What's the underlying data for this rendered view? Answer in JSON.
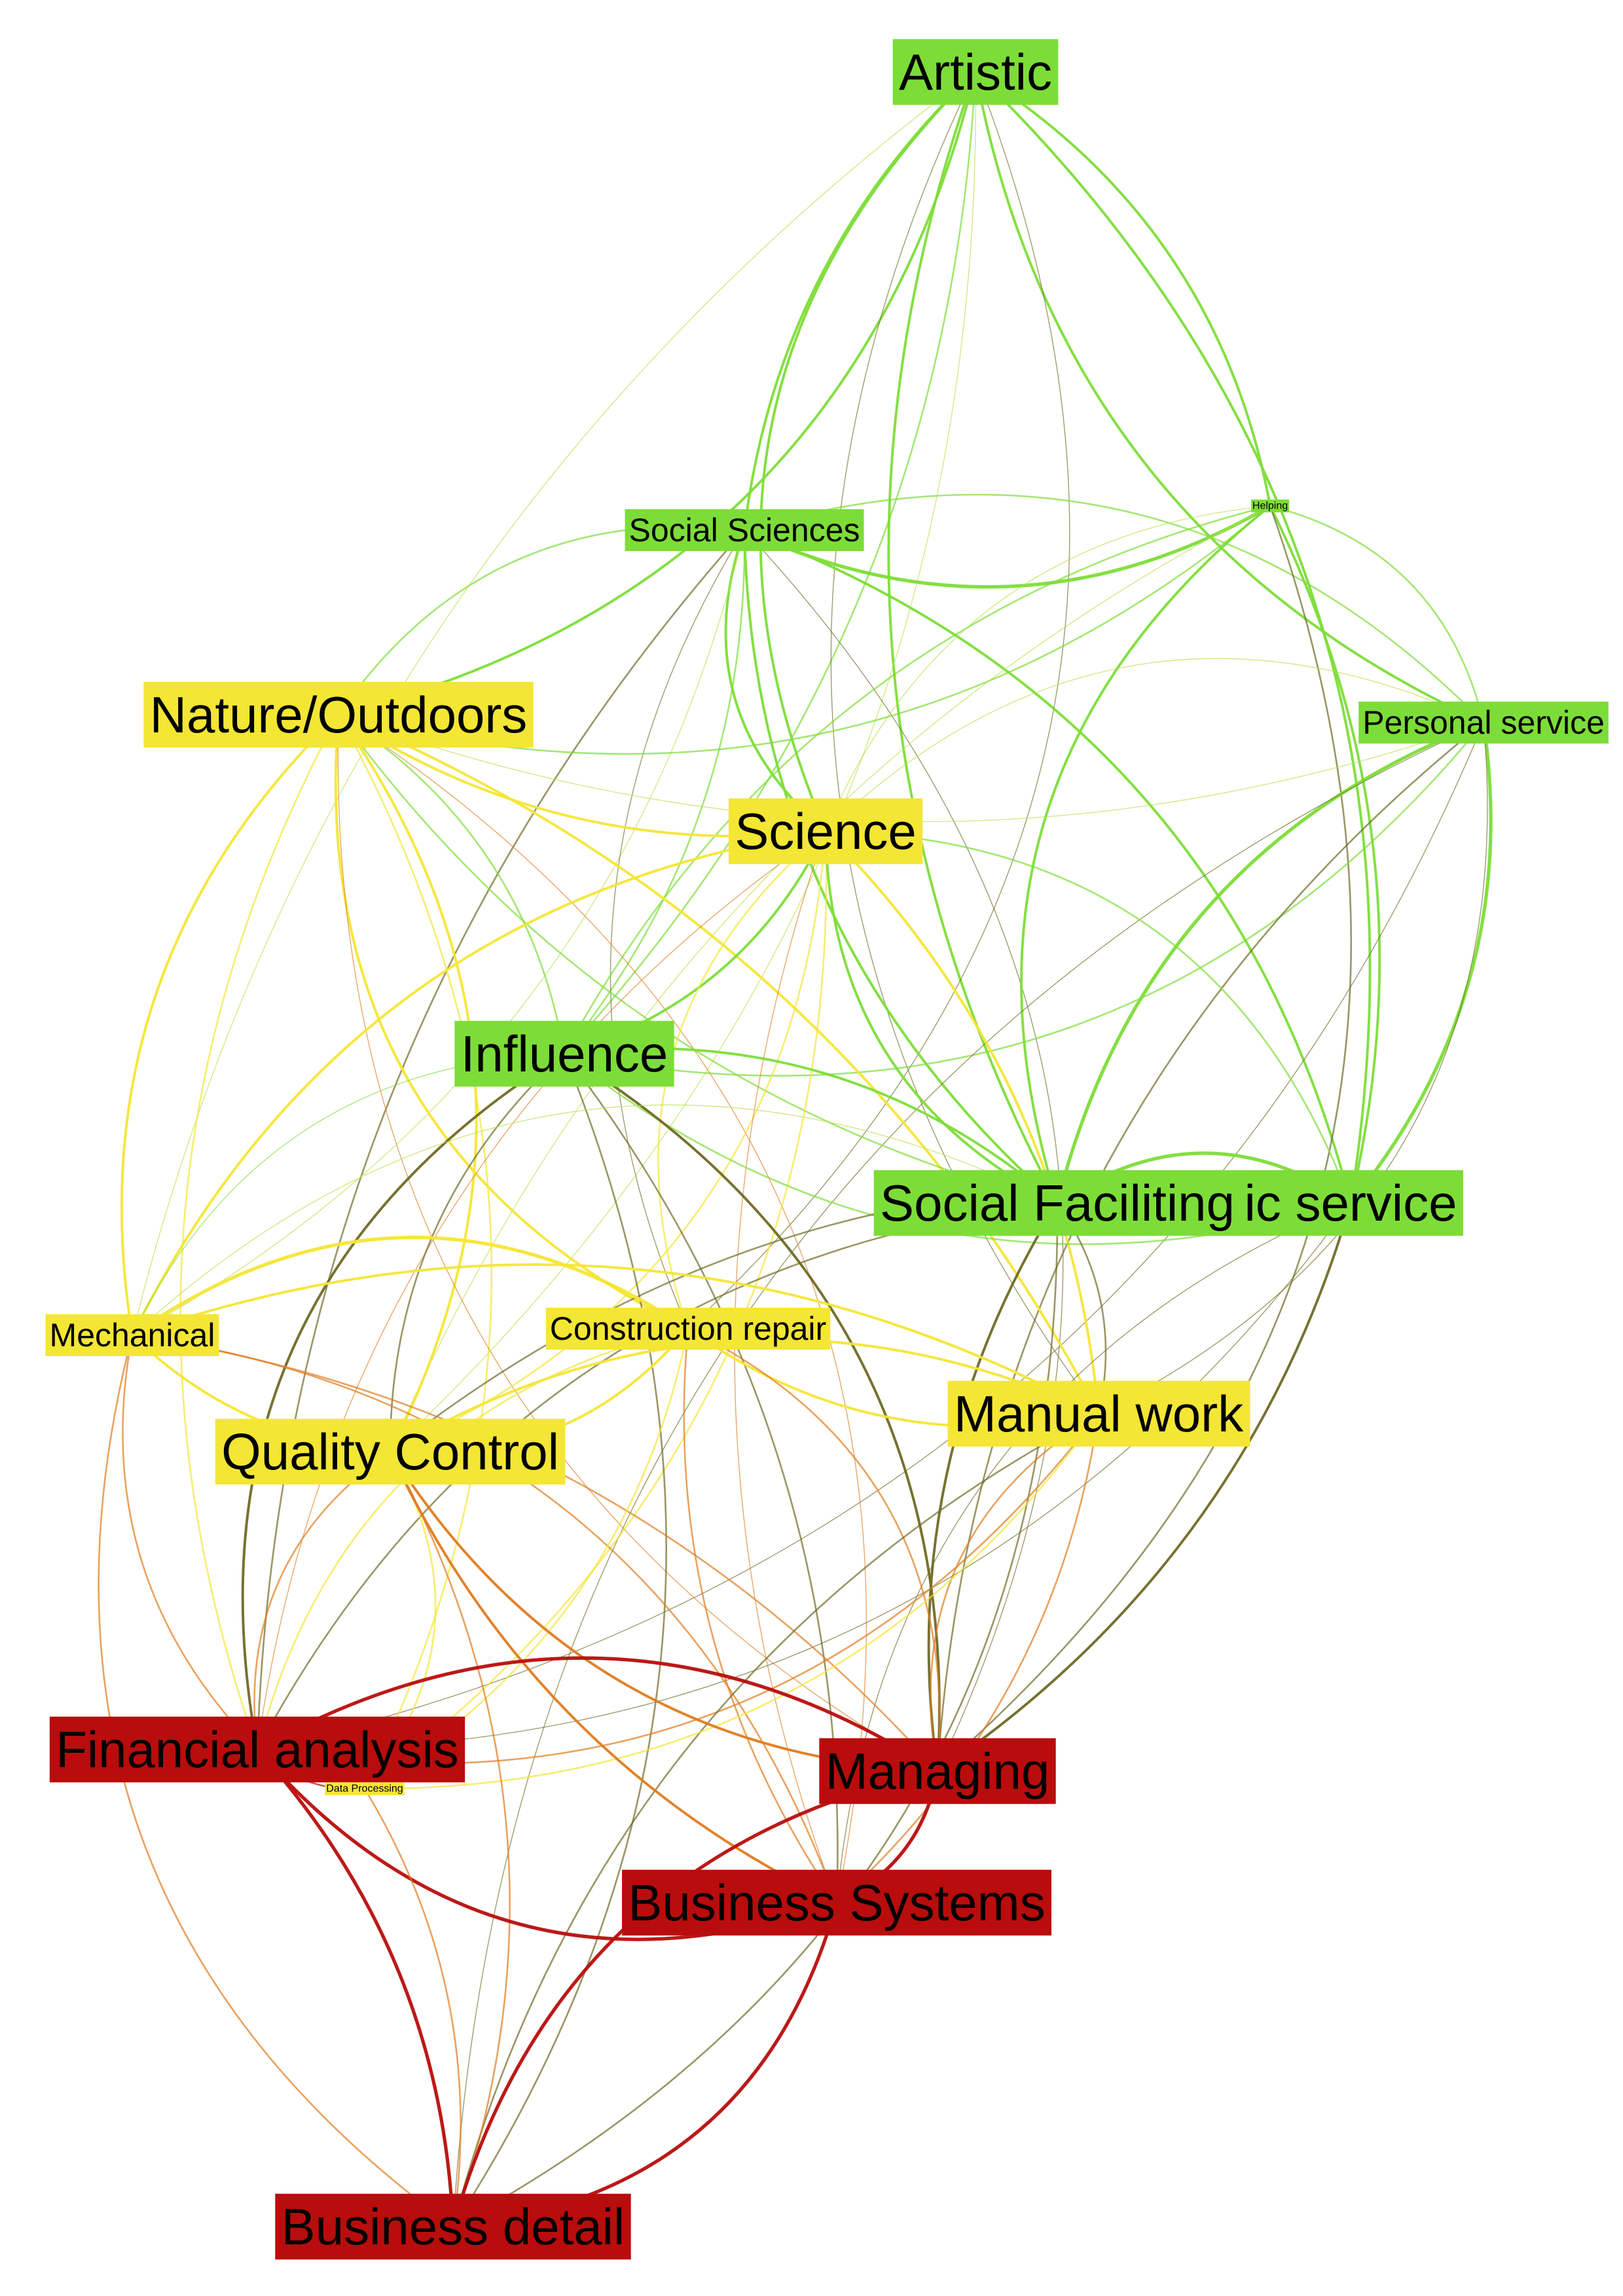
{
  "colors": {
    "green": "#7ddd38",
    "yellow": "#f4e634",
    "red": "#b80d0c",
    "orange": "#e07a1c",
    "olive": "#6f6a25",
    "yellowgreen": "#b7e04a",
    "text": "#000000"
  },
  "nodes": [
    {
      "id": "artistic",
      "label": "Artistic",
      "group": "green",
      "size": "xl"
    },
    {
      "id": "social_sciences",
      "label": "Social Sciences",
      "group": "green",
      "size": "m"
    },
    {
      "id": "helping",
      "label": "Helping",
      "group": "green",
      "size": "xs"
    },
    {
      "id": "nature",
      "label": "Nature/Outdoors",
      "group": "yellow",
      "size": "xl"
    },
    {
      "id": "personal",
      "label": "Personal service",
      "group": "green",
      "size": "m"
    },
    {
      "id": "science",
      "label": "Science",
      "group": "yellow",
      "size": "xl"
    },
    {
      "id": "influence",
      "label": "Influence",
      "group": "green",
      "size": "xl"
    },
    {
      "id": "social_fac",
      "label": "Social Faciliting",
      "group": "green",
      "size": "xl"
    },
    {
      "id": "public_service",
      "label": "ic service",
      "group": "green",
      "size": "xl"
    },
    {
      "id": "mechanical",
      "label": "Mechanical",
      "group": "yellow",
      "size": "m"
    },
    {
      "id": "construction",
      "label": "Construction repair",
      "group": "yellow",
      "size": "m"
    },
    {
      "id": "manual",
      "label": "Manual work",
      "group": "yellow",
      "size": "xl"
    },
    {
      "id": "quality",
      "label": "Quality Control",
      "group": "yellow",
      "size": "xl"
    },
    {
      "id": "financial",
      "label": "Financial analysis",
      "group": "red",
      "size": "xl"
    },
    {
      "id": "data_processing",
      "label": "Data Processing",
      "group": "yellow",
      "size": "xs"
    },
    {
      "id": "managing",
      "label": "Managing",
      "group": "red",
      "size": "xl"
    },
    {
      "id": "business_systems",
      "label": "Business Systems",
      "group": "red",
      "size": "xl"
    },
    {
      "id": "business_detail",
      "label": "Business detail",
      "group": "red",
      "size": "xl"
    }
  ],
  "edges": [
    [
      "artistic",
      "social_sciences",
      "green",
      3
    ],
    [
      "artistic",
      "helping",
      "green",
      3
    ],
    [
      "artistic",
      "personal",
      "green",
      3
    ],
    [
      "artistic",
      "nature",
      "green",
      3
    ],
    [
      "artistic",
      "science",
      "green",
      3
    ],
    [
      "artistic",
      "influence",
      "green",
      2
    ],
    [
      "artistic",
      "social_fac",
      "green",
      3
    ],
    [
      "artistic",
      "public_service",
      "green",
      3
    ],
    [
      "artistic",
      "manual",
      "olive",
      1
    ],
    [
      "artistic",
      "construction",
      "olive",
      1
    ],
    [
      "artistic",
      "mechanical",
      "yellowgreen",
      1
    ],
    [
      "artistic",
      "quality",
      "yellowgreen",
      1
    ],
    [
      "social_sciences",
      "helping",
      "green",
      4
    ],
    [
      "social_sciences",
      "personal",
      "green",
      2
    ],
    [
      "social_sciences",
      "science",
      "green",
      3
    ],
    [
      "social_sciences",
      "influence",
      "green",
      2
    ],
    [
      "social_sciences",
      "social_fac",
      "green",
      3
    ],
    [
      "social_sciences",
      "public_service",
      "green",
      3
    ],
    [
      "social_sciences",
      "nature",
      "green",
      2
    ],
    [
      "social_sciences",
      "managing",
      "olive",
      1
    ],
    [
      "social_sciences",
      "financial",
      "olive",
      2
    ],
    [
      "social_sciences",
      "mechanical",
      "yellowgreen",
      1
    ],
    [
      "social_sciences",
      "construction",
      "olive",
      1
    ],
    [
      "helping",
      "personal",
      "green",
      2
    ],
    [
      "helping",
      "social_fac",
      "green",
      3
    ],
    [
      "helping",
      "public_service",
      "green",
      3
    ],
    [
      "helping",
      "influence",
      "green",
      2
    ],
    [
      "helping",
      "nature",
      "green",
      2
    ],
    [
      "helping",
      "science",
      "yellowgreen",
      1
    ],
    [
      "helping",
      "managing",
      "olive",
      2
    ],
    [
      "helping",
      "quality",
      "yellowgreen",
      1
    ],
    [
      "personal",
      "public_service",
      "green",
      4
    ],
    [
      "personal",
      "social_fac",
      "green",
      4
    ],
    [
      "personal",
      "influence",
      "green",
      2
    ],
    [
      "personal",
      "science",
      "yellowgreen",
      1
    ],
    [
      "personal",
      "nature",
      "yellowgreen",
      1
    ],
    [
      "personal",
      "managing",
      "olive",
      2
    ],
    [
      "personal",
      "financial",
      "olive",
      1
    ],
    [
      "personal",
      "business_detail",
      "olive",
      1
    ],
    [
      "personal",
      "manual",
      "olive",
      1
    ],
    [
      "nature",
      "science",
      "yellow",
      3
    ],
    [
      "nature",
      "influence",
      "green",
      2
    ],
    [
      "nature",
      "mechanical",
      "yellow",
      3
    ],
    [
      "nature",
      "quality",
      "yellow",
      3
    ],
    [
      "nature",
      "construction",
      "yellow",
      3
    ],
    [
      "nature",
      "manual",
      "yellow",
      3
    ],
    [
      "nature",
      "financial",
      "yellow",
      2
    ],
    [
      "nature",
      "data_processing",
      "yellow",
      2
    ],
    [
      "nature",
      "managing",
      "orange",
      1
    ],
    [
      "nature",
      "business_systems",
      "orange",
      1
    ],
    [
      "nature",
      "social_fac",
      "green",
      2
    ],
    [
      "science",
      "influence",
      "green",
      3
    ],
    [
      "science",
      "mechanical",
      "yellow",
      3
    ],
    [
      "science",
      "quality",
      "yellow",
      2
    ],
    [
      "science",
      "construction",
      "yellow",
      2
    ],
    [
      "science",
      "manual",
      "yellow",
      3
    ],
    [
      "science",
      "financial",
      "orange",
      1
    ],
    [
      "science",
      "data_processing",
      "yellow",
      2
    ],
    [
      "science",
      "social_fac",
      "green",
      3
    ],
    [
      "science",
      "public_service",
      "green",
      2
    ],
    [
      "science",
      "business_systems",
      "orange",
      1
    ],
    [
      "influence",
      "social_fac",
      "green",
      3
    ],
    [
      "influence",
      "public_service",
      "green",
      2
    ],
    [
      "influence",
      "managing",
      "olive",
      3
    ],
    [
      "influence",
      "financial",
      "olive",
      3
    ],
    [
      "influence",
      "business_systems",
      "olive",
      2
    ],
    [
      "influence",
      "quality",
      "olive",
      2
    ],
    [
      "influence",
      "business_detail",
      "olive",
      2
    ],
    [
      "influence",
      "mechanical",
      "green",
      1
    ],
    [
      "social_fac",
      "public_service",
      "green",
      4
    ],
    [
      "social_fac",
      "managing",
      "olive",
      3
    ],
    [
      "social_fac",
      "manual",
      "olive",
      2
    ],
    [
      "social_fac",
      "financial",
      "olive",
      2
    ],
    [
      "social_fac",
      "business_detail",
      "olive",
      2
    ],
    [
      "social_fac",
      "mechanical",
      "yellowgreen",
      1
    ],
    [
      "public_service",
      "managing",
      "olive",
      3
    ],
    [
      "public_service",
      "quality",
      "olive",
      2
    ],
    [
      "public_service",
      "financial",
      "olive",
      1
    ],
    [
      "public_service",
      "business_systems",
      "olive",
      1
    ],
    [
      "mechanical",
      "construction",
      "yellow",
      4
    ],
    [
      "mechanical",
      "quality",
      "yellow",
      3
    ],
    [
      "mechanical",
      "manual",
      "yellow",
      3
    ],
    [
      "mechanical",
      "financial",
      "orange",
      2
    ],
    [
      "mechanical",
      "business_systems",
      "orange",
      2
    ],
    [
      "mechanical",
      "business_detail",
      "orange",
      2
    ],
    [
      "mechanical",
      "managing",
      "orange",
      2
    ],
    [
      "construction",
      "manual",
      "yellow",
      3
    ],
    [
      "construction",
      "quality",
      "yellow",
      3
    ],
    [
      "construction",
      "financial",
      "yellow",
      2
    ],
    [
      "construction",
      "managing",
      "orange",
      2
    ],
    [
      "construction",
      "business_systems",
      "orange",
      2
    ],
    [
      "construction",
      "data_processing",
      "yellow",
      2
    ],
    [
      "manual",
      "quality",
      "yellow",
      3
    ],
    [
      "manual",
      "financial",
      "orange",
      2
    ],
    [
      "manual",
      "managing",
      "orange",
      2
    ],
    [
      "manual",
      "business_systems",
      "orange",
      2
    ],
    [
      "manual",
      "business_detail",
      "olive",
      2
    ],
    [
      "manual",
      "data_processing",
      "yellow",
      2
    ],
    [
      "quality",
      "financial",
      "orange",
      2
    ],
    [
      "quality",
      "data_processing",
      "yellow",
      2
    ],
    [
      "quality",
      "business_systems",
      "orange",
      3
    ],
    [
      "quality",
      "business_detail",
      "orange",
      2
    ],
    [
      "quality",
      "managing",
      "orange",
      3
    ],
    [
      "financial",
      "managing",
      "red",
      4
    ],
    [
      "financial",
      "business_systems",
      "red",
      4
    ],
    [
      "financial",
      "business_detail",
      "red",
      4
    ],
    [
      "financial",
      "data_processing",
      "red",
      2
    ],
    [
      "managing",
      "business_systems",
      "red",
      4
    ],
    [
      "managing",
      "business_detail",
      "red",
      4
    ],
    [
      "business_systems",
      "business_detail",
      "red",
      4
    ],
    [
      "business_detail",
      "data_processing",
      "orange",
      2
    ]
  ]
}
